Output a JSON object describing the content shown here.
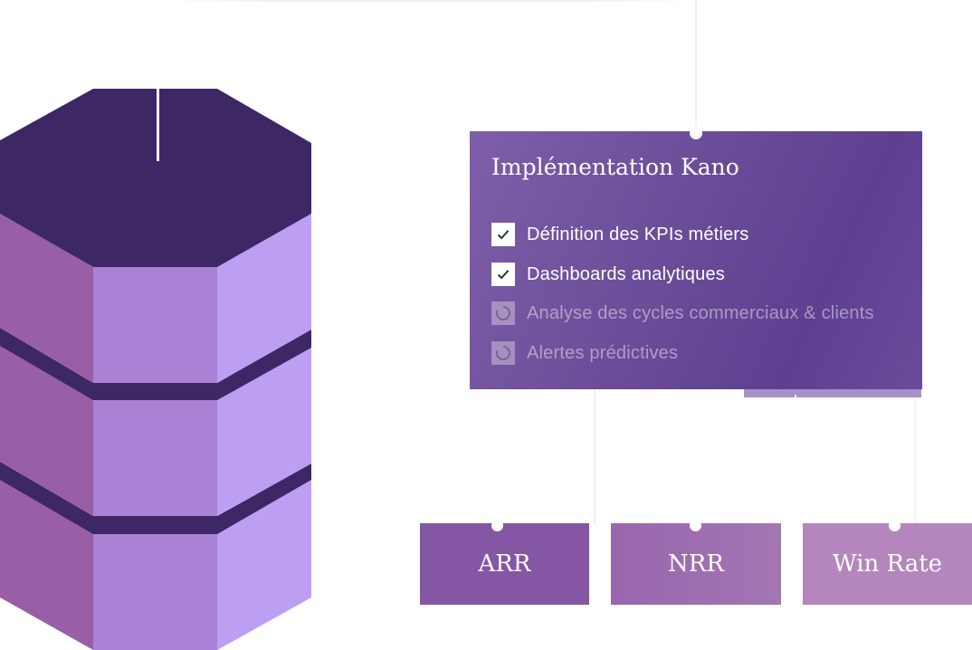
{
  "card": {
    "title": "Implémentation Kano",
    "tasks": [
      {
        "label": "Définition des KPIs métiers",
        "status": "done",
        "icon": "check-icon"
      },
      {
        "label": "Dashboards analytiques",
        "status": "done",
        "icon": "check-icon"
      },
      {
        "label": "Analyse des cycles commerciaux & clients",
        "status": "pending",
        "icon": "loading-icon"
      },
      {
        "label": "Alertes prédictives",
        "status": "pending",
        "icon": "loading-icon"
      }
    ]
  },
  "metrics": [
    {
      "label": "ARR"
    },
    {
      "label": "NRR"
    },
    {
      "label": "Win Rate"
    }
  ],
  "colors": {
    "db_top": "#3d2765",
    "db_band": "#3d2765",
    "db_left": "#985fa6",
    "db_front": "#a982d5",
    "db_right": "#bc9ff3",
    "card_bg": "#6a4c98",
    "metric_arr": "#8556a4",
    "metric_nrr": "#a06fb1",
    "metric_win": "#b585bd"
  },
  "icons": [
    "database-icon",
    "check-icon",
    "loading-icon"
  ]
}
